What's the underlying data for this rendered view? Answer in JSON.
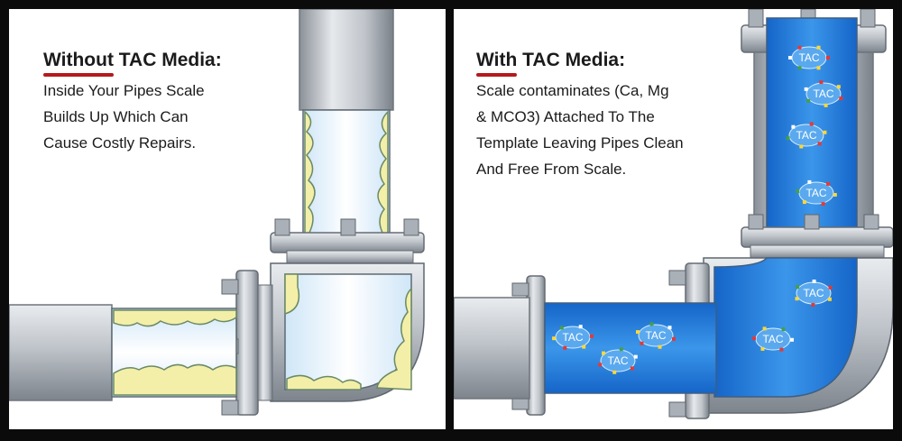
{
  "left": {
    "heading_emph": "Without",
    "heading_rest": " TAC Media:",
    "body": [
      "Inside Your Pipes Scale",
      "Builds Up Which Can",
      "Cause Costly Repairs."
    ]
  },
  "right": {
    "heading_emph": "With",
    "heading_rest": " TAC Media:",
    "body": [
      "Scale contaminates (Ca, Mg",
      "& MCO3) Attached To The",
      "Template Leaving Pipes Clean",
      "And Free From Scale."
    ]
  },
  "tac_particle_label": "TAC",
  "colors": {
    "frame": "#0b0b0b",
    "panel": "#ffffff",
    "underline": "#b51a1e",
    "water": "#2f86e0",
    "scale": "#f3efa9",
    "pipe_metal": "#b9bec4"
  }
}
